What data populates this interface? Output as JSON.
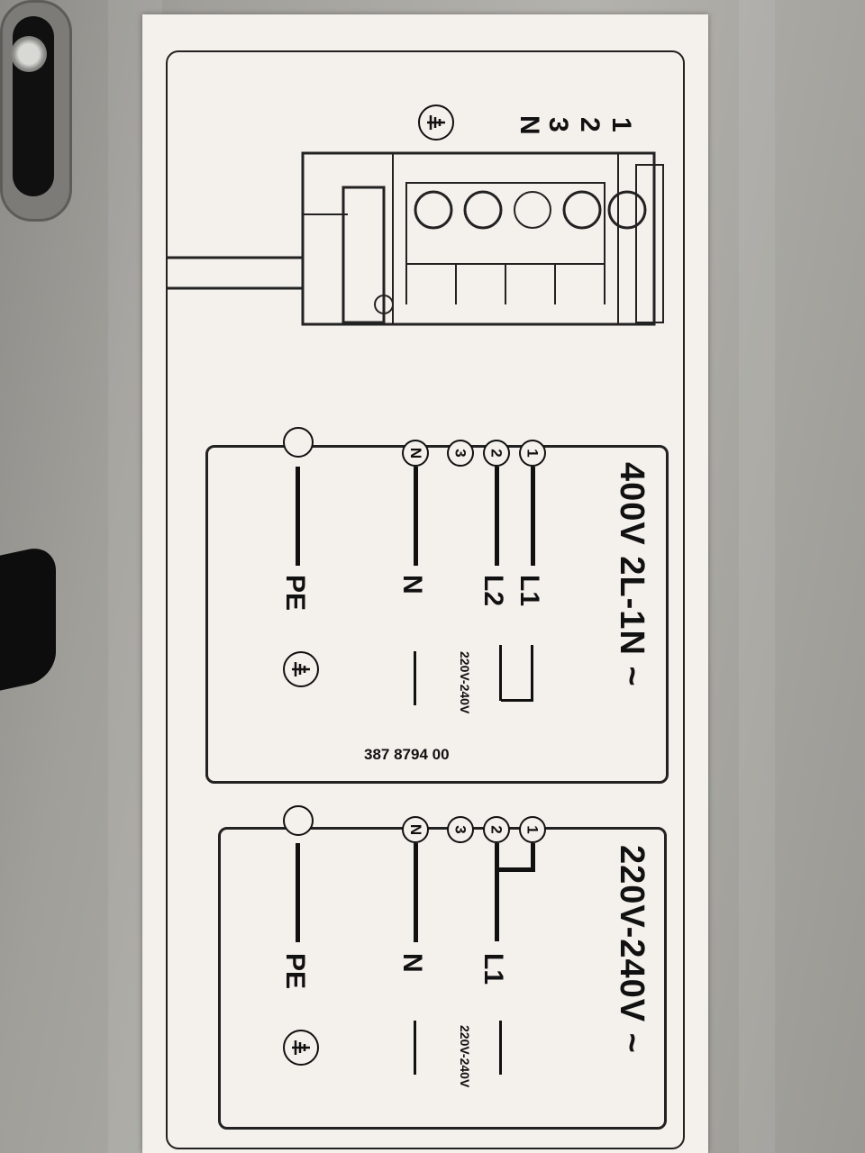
{
  "terminal_block": {
    "terminal_labels": [
      "1",
      "2",
      "3",
      "N"
    ]
  },
  "diagram_400v": {
    "title": "400V  2L-1N ~",
    "terminals": [
      "1",
      "2",
      "3",
      "N"
    ],
    "lines": [
      "L1",
      "L2",
      "N",
      "PE"
    ],
    "voltage_note": "220V-240V"
  },
  "part_number": "387 8794 00",
  "diagram_230v": {
    "title": "220V-240V ~",
    "terminals": [
      "1",
      "2",
      "3",
      "N"
    ],
    "lines": [
      "L1",
      "N",
      "PE"
    ],
    "voltage_note": "220V-240V"
  }
}
